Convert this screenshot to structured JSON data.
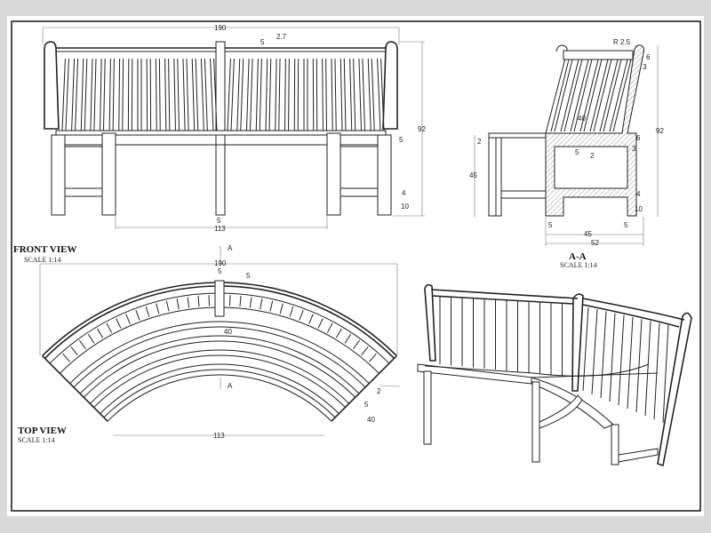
{
  "views": {
    "front": {
      "title": "FRONT VIEW",
      "scale": "SCALE  1:14",
      "dims": [
        "190",
        "5",
        "2.7",
        "92",
        "5",
        "4",
        "10",
        "5",
        "113"
      ]
    },
    "section": {
      "title": "A-A",
      "scale": "SCALE  1:14",
      "dims": [
        "R 2.5",
        "6",
        "3",
        "92",
        "40",
        "2",
        "6",
        "3",
        "5",
        "2",
        "45",
        "4",
        "10",
        "5",
        "5",
        "45",
        "52"
      ]
    },
    "top": {
      "title": "TOP VIEW",
      "scale": "SCALE  1:14",
      "dims": [
        "190",
        "5",
        "5",
        "40",
        "2",
        "5",
        "40",
        "113"
      ],
      "section_marks": [
        "A",
        "A"
      ]
    }
  },
  "colors": {
    "background": "#dadada",
    "sheet": "#ffffff",
    "line": "#222222"
  }
}
